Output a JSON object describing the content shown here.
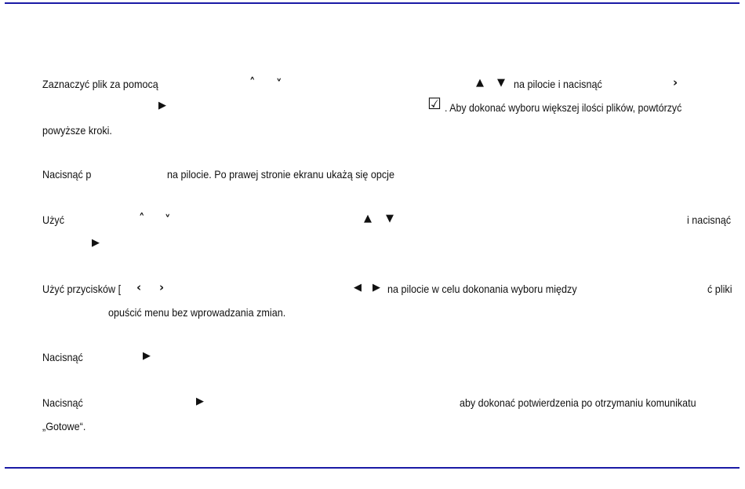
{
  "steps": [
    {
      "line1_left": "Zaznaczyć plik za pomocą",
      "line1_mid": "na pilocie i nacisnąć",
      "line2_right": ". Aby dokonać wyboru większej ilości plików, powtórzyć",
      "line3": "powyższe kroki."
    },
    {
      "left": "Nacisnąć p",
      "right": "na pilocie. Po prawej stronie ekranu ukażą się opcje"
    },
    {
      "left": "Użyć",
      "right": "i nacisnąć"
    },
    {
      "left": "Użyć przycisków [",
      "mid": "na pilocie w celu dokonania wyboru między",
      "right": "ć pliki",
      "line2": "opuścić menu bez wprowadzania zmian."
    },
    {
      "left": "Nacisnąć"
    },
    {
      "left": "Nacisnąć",
      "right": "aby dokonać potwierdzenia po otrzymaniu komunikatu",
      "line2": "„Gotowe“."
    }
  ],
  "icons": {
    "up": "˄",
    "down": "˅",
    "tri_up": "▲",
    "tri_down": "▼",
    "tri_right": "▶",
    "tri_left": "◀",
    "chev_right": "›",
    "chev_left": "‹",
    "checkbox": "☑"
  },
  "colors": {
    "rule": "#1a1aa6",
    "text": "#111111"
  }
}
